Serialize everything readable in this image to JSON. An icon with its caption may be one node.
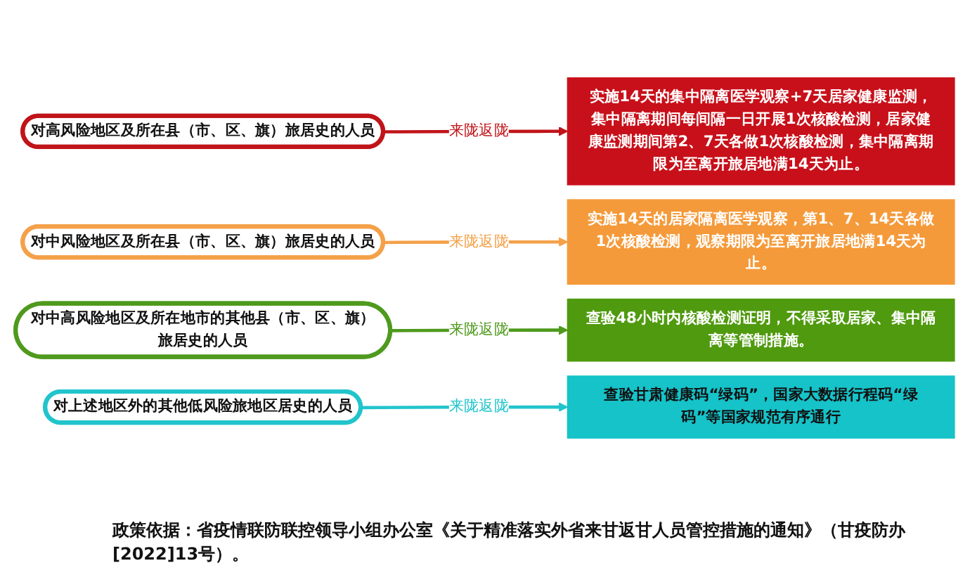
{
  "diagram": {
    "caption": "政策依据：省疫情联防联控领导小组办公室《关于精准落实外省来甘返甘人员管控措施的通知》（甘疫防办[2022]13号）。",
    "nodes": [
      {
        "text": [
          "对高风险地区及所在县（市、区、旗）旅居史的人员"
        ]
      },
      {
        "text": [
          "实施14天的集中隔离医学观察+7天居家健康监测，集中隔离期间每间隔一日开展1次核酸检测，居家健康监测期间第2、7天各做1次核酸检测，集中隔离期限为至离开旅居地满14天为止。"
        ]
      },
      {
        "text": [
          "对中风险地区及所在县（市、区、旗）旅居史的人员"
        ]
      },
      {
        "text": [
          "实施14天的居家隔离医学观察，第1、7、14天各做1次核酸检测，观察期限为至离开旅居地满14天为止。"
        ]
      },
      {
        "text": [
          "对中高风险地区及所在地市的其他县（市、区、旗）旅居史的人员"
        ]
      },
      {
        "text": [
          "查验48小时内核酸检测证明，不得采取居家、集中隔离等管制措施。"
        ]
      },
      {
        "text": [
          "对上述地区外的其他低风险旅地区居史的人员"
        ]
      },
      {
        "text": [
          "查验甘肃健康码“绿码”，国家大数据行程码“绿码”等国家规范有序通行"
        ]
      }
    ],
    "edges": [
      {
        "from": 0,
        "to": 1,
        "arrow": "to",
        "label": "来陇返陇",
        "color": "#c0141a"
      },
      {
        "from": 2,
        "to": 3,
        "arrow": "to",
        "label": "来陇返陇",
        "color": "#f4a14a"
      },
      {
        "from": 4,
        "to": 5,
        "arrow": "to",
        "label": "来陇返陇",
        "color": "#4f9a1e"
      },
      {
        "from": 6,
        "to": 7,
        "arrow": "to",
        "label": "来陇返陇",
        "color": "#22c4cc"
      }
    ]
  }
}
